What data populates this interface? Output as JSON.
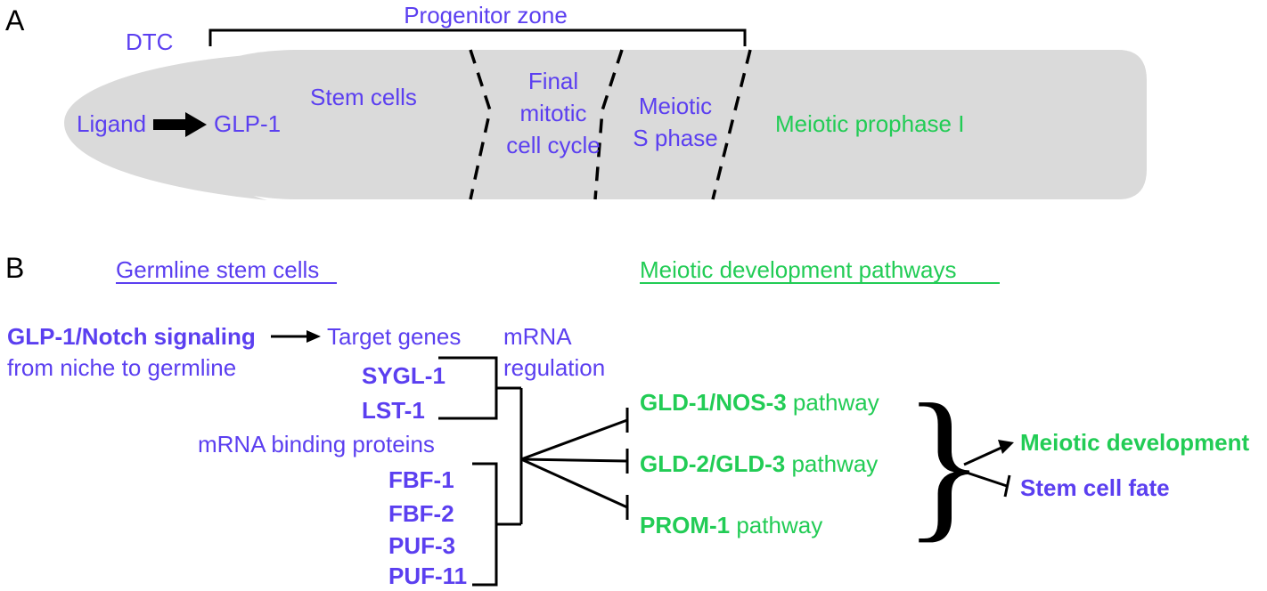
{
  "panel_a": {
    "letter": "A",
    "progenitor_zone": "Progenitor zone",
    "dtc": "DTC",
    "ligand": "Ligand",
    "glp1": "GLP-1",
    "stem_cells": "Stem cells",
    "final_mitotic": [
      "Final",
      "mitotic",
      "cell cycle"
    ],
    "meiotic_s": [
      "Meiotic",
      "S phase"
    ],
    "meiotic_prophase": "Meiotic prophase I"
  },
  "panel_b": {
    "letter": "B",
    "header_left": "Germline stem cells",
    "header_right": "Meiotic development pathways",
    "notch": "GLP-1/Notch signaling",
    "niche": "from niche to germline",
    "target_genes": "Target genes",
    "mrna_regulation": [
      "mRNA",
      "regulation"
    ],
    "sygl1": "SYGL-1",
    "lst1": "LST-1",
    "binding_proteins": "mRNA binding proteins",
    "fbf1": "FBF-1",
    "fbf2": "FBF-2",
    "puf3": "PUF-3",
    "puf11": "PUF-11",
    "pathways": [
      {
        "name": "GLD-1/NOS-3",
        "suffix": " pathway"
      },
      {
        "name": "GLD-2/GLD-3",
        "suffix": " pathway"
      },
      {
        "name": "PROM-1",
        "suffix": " pathway"
      }
    ],
    "brace": "}",
    "meiotic_development": "Meiotic development",
    "stem_cell_fate": "Stem cell fate"
  },
  "colors": {
    "blue": "#5b3ff0",
    "green": "#22cc55",
    "gray": "#dadada"
  }
}
